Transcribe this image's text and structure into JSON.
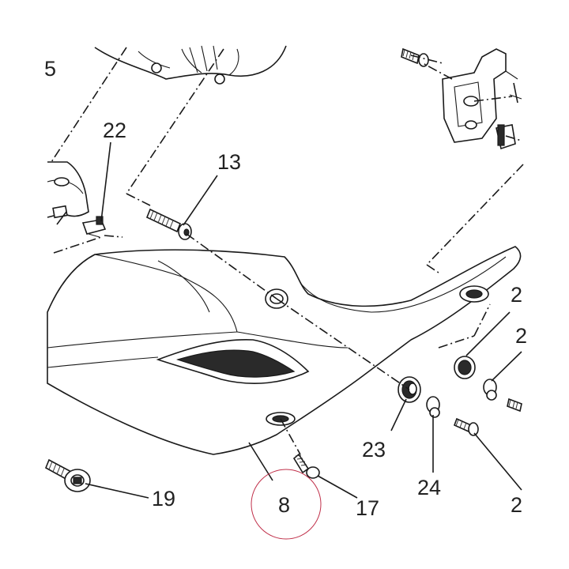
{
  "callouts": {
    "c5": "5",
    "c22": "22",
    "c13": "13",
    "c23": "23",
    "c24": "24",
    "c8": "8",
    "c17": "17",
    "c19": "19",
    "c2a": "2",
    "c2b": "2",
    "c2c": "2"
  },
  "colors": {
    "line": "#1a1a1a",
    "highlight_circle": "#c0304a"
  }
}
